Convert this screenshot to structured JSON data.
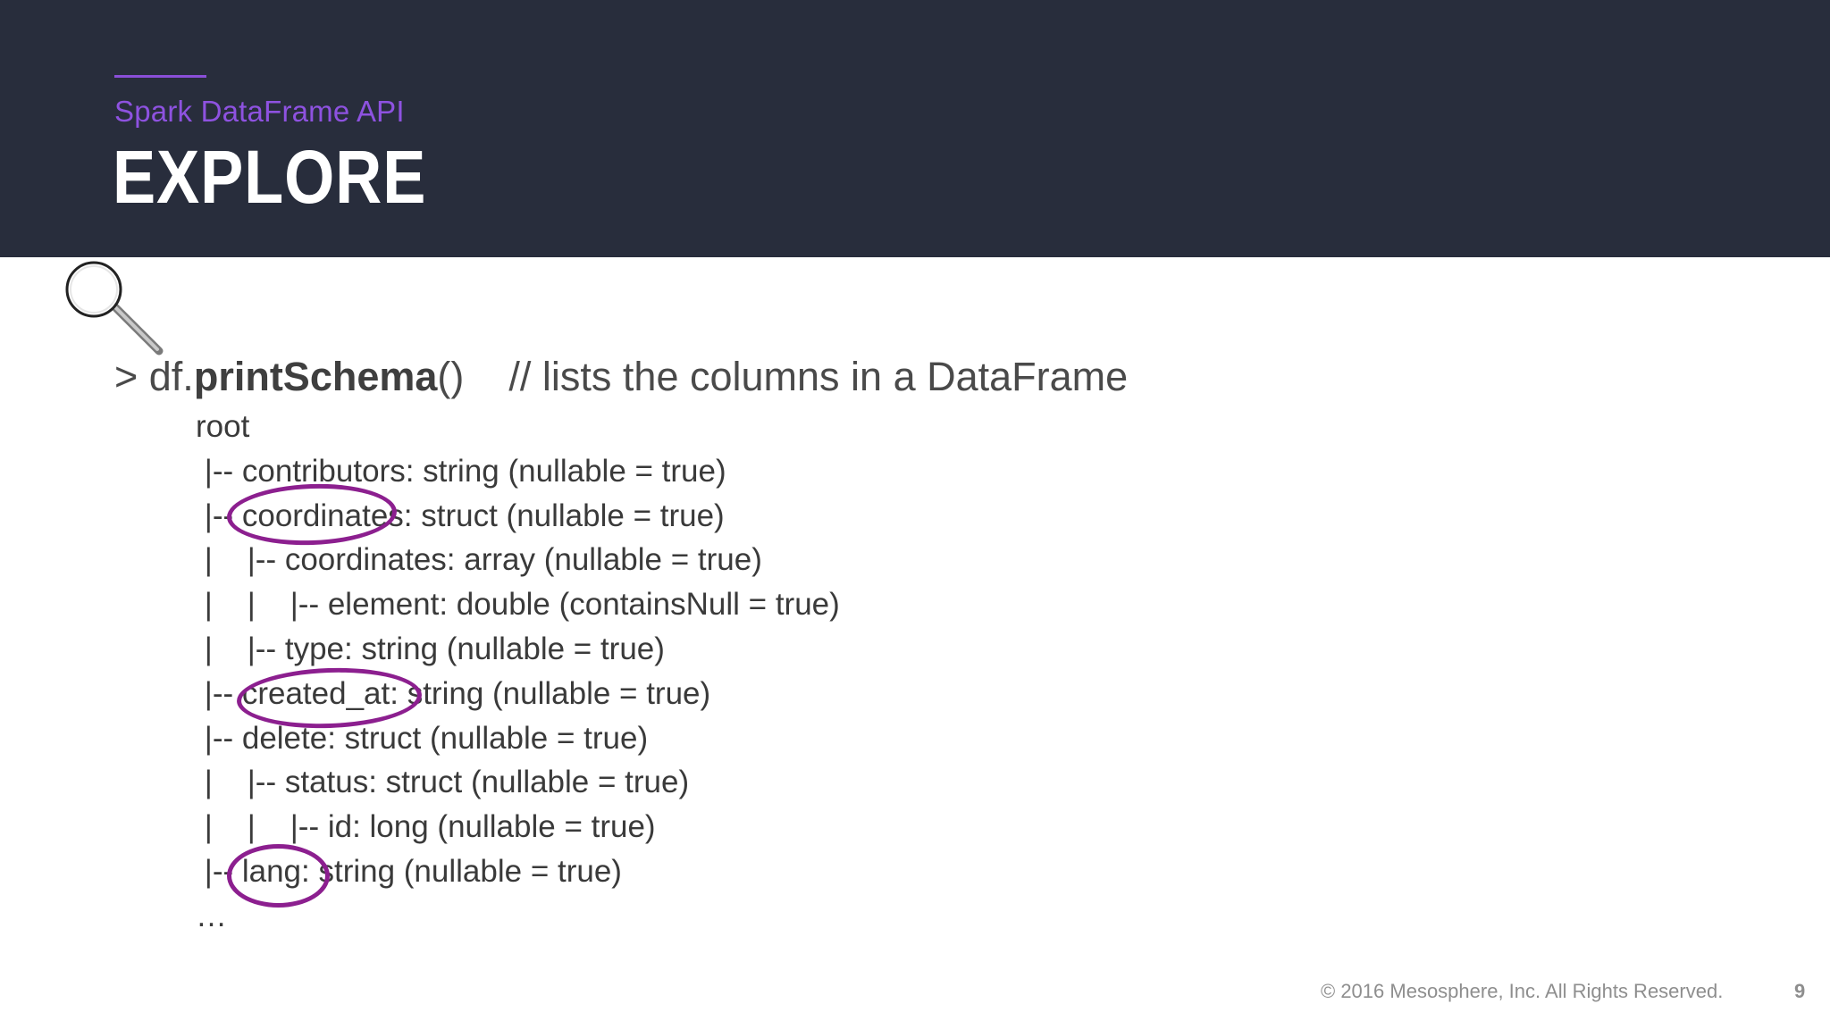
{
  "header": {
    "subtitle": "Spark DataFrame API",
    "title": "EXPLORE",
    "background_color": "#282d3c",
    "accent_color": "#8a4fd8"
  },
  "icons": {
    "magnifier": "magnifying-glass-icon"
  },
  "command": {
    "prompt": "> df.",
    "method": "printSchema",
    "parens": "()",
    "comment": "// lists the columns in a DataFrame"
  },
  "schema": {
    "root": "root",
    "lines": [
      " |-- contributors: string (nullable = true)",
      " |-- coordinates: struct (nullable = true)",
      " |    |-- coordinates: array (nullable = true)",
      " |    |    |-- element: double (containsNull = true)",
      " |    |-- type: string (nullable = true)",
      " |-- created_at: string (nullable = true)",
      " |-- delete: struct (nullable = true)",
      " |    |-- status: struct (nullable = true)",
      " |    |    |-- id: long (nullable = true)",
      " |-- lang: string (nullable = true)"
    ],
    "ellipsis": "…",
    "highlight_color": "#8c1f8f"
  },
  "footer": {
    "copyright": "© 2016 Mesosphere, Inc. All Rights Reserved.",
    "page_number": "9"
  }
}
